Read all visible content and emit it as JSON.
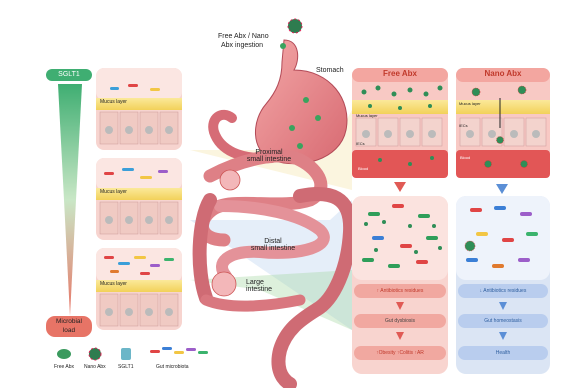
{
  "top_label": [
    "Free Abx / Nano",
    "Abx ingestion"
  ],
  "sglt1": "SGLT1",
  "microbial_load": [
    "Microbial",
    "load"
  ],
  "organs": {
    "stomach": "Stomach",
    "proximal": [
      "Proximal",
      "small intestine"
    ],
    "distal": [
      "Distal",
      "small intestine"
    ],
    "large": [
      "Large",
      "intestine"
    ]
  },
  "left_panels": {
    "mucus_layer": "Mucus layer"
  },
  "free_panel": {
    "title": "Free Abx",
    "mucus_layer": "Mucus layer",
    "iecs": "IECs",
    "blood": "Blood",
    "outcome_1": "Antibiotics residues",
    "outcome_2": "Gut dysbiosis",
    "outcome_3_parts": [
      "Obesity",
      "Colitis",
      "AR"
    ]
  },
  "nano_panel": {
    "title": "Nano Abx",
    "mucus_layer": "Mucus layer",
    "iecs": "IECs",
    "blood": "Blood",
    "outcome_1": "Antibiotics residues",
    "outcome_2": "Gut homeostasis",
    "outcome_3": "Health"
  },
  "legend": {
    "free_abx": "Free Abx",
    "nano_abx": "Nano Abx",
    "sglt1": "SGLT1",
    "microbiota": "Gut microbiota"
  },
  "colors": {
    "red_accent": "#d9534f",
    "blue_accent": "#5b8fd6",
    "panel_pink": "#f6d8d6",
    "panel_blue": "#d8e4f6",
    "gradient_green": "#4caf7a",
    "gradient_red": "#e87a6a"
  }
}
